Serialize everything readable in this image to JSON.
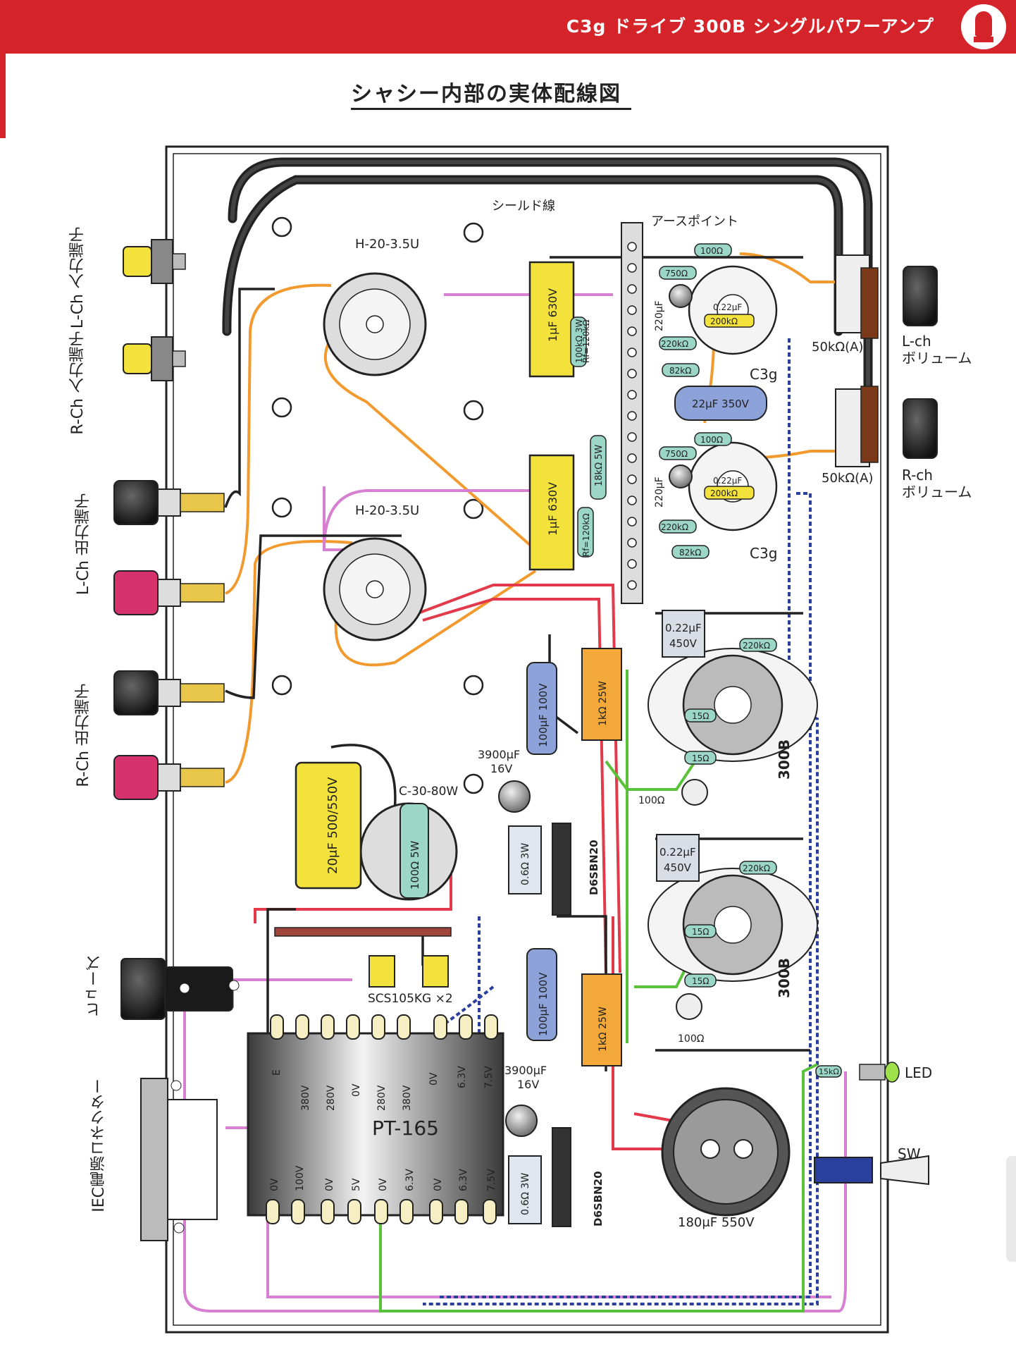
{
  "header": {
    "title": "C3g ドライブ 300B シングルパワーアンプ",
    "icon": "vacuum-tube-icon",
    "accent_color": "#d5232a"
  },
  "page_title": "シャシー内部の実体配線図",
  "left_labels": {
    "lch_input": "L-Ch 入力端子",
    "rch_input": "R-Ch 入力端子",
    "lch_output": "L-Ch 出力端子",
    "rch_output": "R-Ch 出力端子",
    "fuse": "ヒューズ",
    "iec": "IEC電源コネクター"
  },
  "right_labels": {
    "lch_volume": [
      "L-ch",
      "ボリューム"
    ],
    "rch_volume": [
      "R-ch",
      "ボリューム"
    ],
    "led": "LED",
    "sw": "SW"
  },
  "labels": {
    "shield": "シールド線",
    "earth_point": "アースポイント",
    "out_transformer_1": "H-20-3.5U",
    "out_transformer_2": "H-20-3.5U",
    "choke": "C-30-80W",
    "power_transformer": "PT-165",
    "diodes": "SCS105KG ×2",
    "tube_c3g": "C3g",
    "tube_300b": "300B",
    "volume_value": "50kΩ(A)",
    "bridge": "D6SBN20",
    "cap_3900": [
      "3900μF",
      "16V"
    ],
    "cap_180": "180μF 550V",
    "cap_500": "20μF 500/550V",
    "cap_100": "100μF 100V",
    "cap_1uf": "1μF 630V",
    "cap_022_450": [
      "0.22μF",
      "450V"
    ],
    "cap_022": "0.22μF",
    "cap_22": "22μF 350V",
    "cap_220": "220μF",
    "res_1k25": "1kΩ 25W",
    "res_100_5w": "100Ω 5W",
    "res_18k_5w": "18kΩ 5W",
    "res_100k_3w": "100kΩ 3W",
    "res_rf120k": "Rf=120kΩ",
    "res_06_3w": "0.6Ω 3W",
    "res_100": "100Ω",
    "res_750": "750Ω",
    "res_82k": "82kΩ",
    "res_220k": "220kΩ",
    "res_200k": "200kΩ",
    "res_15": "15Ω",
    "res_15k": "15kΩ",
    "pot_100": "100Ω"
  },
  "pt_taps_top": [
    "E",
    "380V",
    "280V",
    "0V",
    "280V",
    "380V",
    "0V",
    "6.3V",
    "7.5V"
  ],
  "pt_taps_bottom": [
    "0V",
    "100V",
    "0V",
    "5V",
    "0V",
    "6.3V",
    "0V",
    "6.3V",
    "7.5V"
  ],
  "wire_colors": {
    "black": "#222222",
    "orange": "#f39a2e",
    "pink": "#d77fd0",
    "red": "#e23a4a",
    "blue": "#2b3f9c",
    "green": "#59c23a",
    "yellow": "#f3e23c"
  }
}
